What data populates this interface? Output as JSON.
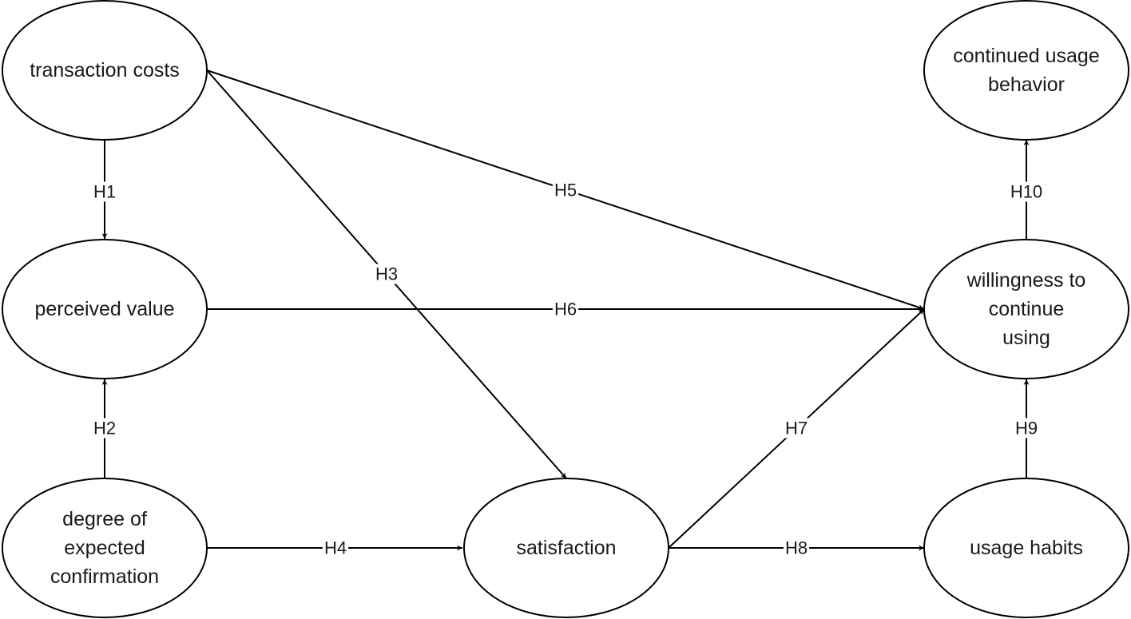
{
  "diagram": {
    "nodes": [
      {
        "id": "transaction_costs",
        "lines": [
          "transaction costs"
        ]
      },
      {
        "id": "perceived_value",
        "lines": [
          "perceived value"
        ]
      },
      {
        "id": "expected_confirmation",
        "lines": [
          "degree of",
          "expected",
          "confirmation"
        ]
      },
      {
        "id": "satisfaction",
        "lines": [
          "satisfaction"
        ]
      },
      {
        "id": "willingness",
        "lines": [
          "willingness to",
          "continue",
          "using"
        ]
      },
      {
        "id": "usage_habits",
        "lines": [
          "usage habits"
        ]
      },
      {
        "id": "continued_behavior",
        "lines": [
          "continued usage",
          "behavior"
        ]
      }
    ],
    "edges": [
      {
        "id": "h1",
        "from": "transaction_costs",
        "to": "perceived_value",
        "label": "H1"
      },
      {
        "id": "h2",
        "from": "expected_confirmation",
        "to": "perceived_value",
        "label": "H2"
      },
      {
        "id": "h3",
        "from": "transaction_costs",
        "to": "satisfaction",
        "label": "H3"
      },
      {
        "id": "h4",
        "from": "expected_confirmation",
        "to": "satisfaction",
        "label": "H4"
      },
      {
        "id": "h5",
        "from": "transaction_costs",
        "to": "willingness",
        "label": "H5"
      },
      {
        "id": "h6",
        "from": "perceived_value",
        "to": "willingness",
        "label": "H6"
      },
      {
        "id": "h7",
        "from": "satisfaction",
        "to": "willingness",
        "label": "H7"
      },
      {
        "id": "h8",
        "from": "satisfaction",
        "to": "usage_habits",
        "label": "H8"
      },
      {
        "id": "h9",
        "from": "usage_habits",
        "to": "willingness",
        "label": "H9"
      },
      {
        "id": "h10",
        "from": "willingness",
        "to": "continued_behavior",
        "label": "H10"
      }
    ]
  }
}
